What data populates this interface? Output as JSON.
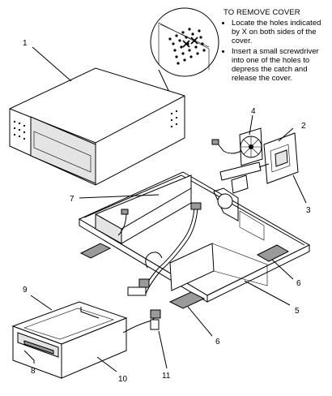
{
  "instructions": {
    "heading": "TO REMOVE COVER",
    "steps": [
      "Locate the holes indicated by X on both sides of the cover.",
      "Insert a small screwdriver into one of the holes to depress the catch and release the cover."
    ]
  },
  "callouts": [
    "1",
    "2",
    "3",
    "4",
    "5",
    "6",
    "6",
    "7",
    "8",
    "9",
    "10",
    "11"
  ]
}
